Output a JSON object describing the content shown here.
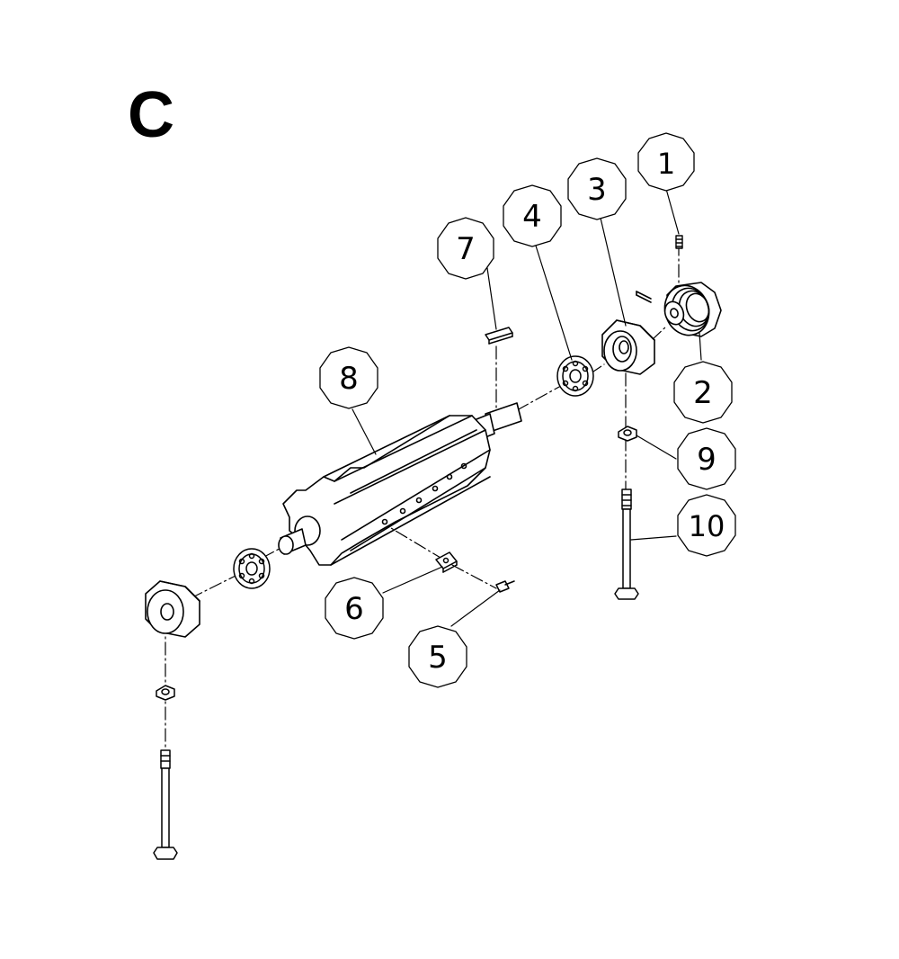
{
  "section_letter": "C",
  "line_color": "#000000",
  "callouts": [
    {
      "id": "1",
      "label": "1",
      "part": "set-screw"
    },
    {
      "id": "2",
      "label": "2",
      "part": "pulley"
    },
    {
      "id": "3",
      "label": "3",
      "part": "bearing-block"
    },
    {
      "id": "4",
      "label": "4",
      "part": "bearing"
    },
    {
      "id": "5",
      "label": "5",
      "part": "knife-screw"
    },
    {
      "id": "6",
      "label": "6",
      "part": "knife-gib"
    },
    {
      "id": "7",
      "label": "7",
      "part": "key"
    },
    {
      "id": "8",
      "label": "8",
      "part": "cutterhead"
    },
    {
      "id": "9",
      "label": "9",
      "part": "washer"
    },
    {
      "id": "10",
      "label": "10",
      "part": "bolt"
    }
  ]
}
